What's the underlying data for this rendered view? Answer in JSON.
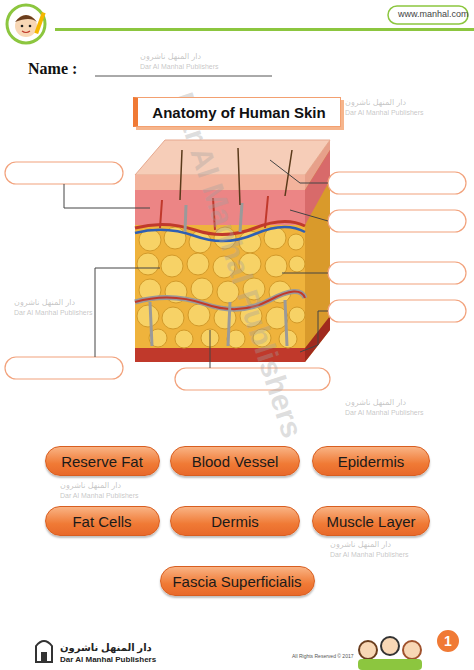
{
  "diagram": {
    "title": "Anatomy of Human Skin",
    "nodes": [
      {
        "text": [
          "Reserve Fat"
        ]
      },
      {
        "text": [
          "Blood Vessel"
        ]
      },
      {
        "text": [
          "Epidermis"
        ]
      },
      {
        "text": [
          "Fat Cells"
        ]
      },
      {
        "text": [
          "Dermis"
        ]
      },
      {
        "text": [
          "Muscle Layer"
        ]
      },
      {
        "text": [
          "Fascia Superficialis"
        ]
      }
    ],
    "labels": [
      "www.manhal.com",
      "Name :",
      "دار المنهل ناشرون",
      "Dar Al Manhal Publishers",
      "All Rights Reserved © 2017",
      "1",
      "Dar Al Manhal Publishers",
      "دار المنهل ناشرون",
      "Dar Al Manhal Publishers",
      "دار المنهل ناشرون",
      "Dar Al Manhal Publishers",
      "دار المنهل ناشرون",
      "Dar Al Manhal Publishers",
      "دار المنهل ناشرون",
      "Dar Al Manhal Publishers",
      "دار المنهل ناشرون",
      "Dar Al Manhal Publishers",
      "دار المنهل ناشرون",
      "Dar Al Manhal Publishers"
    ]
  }
}
